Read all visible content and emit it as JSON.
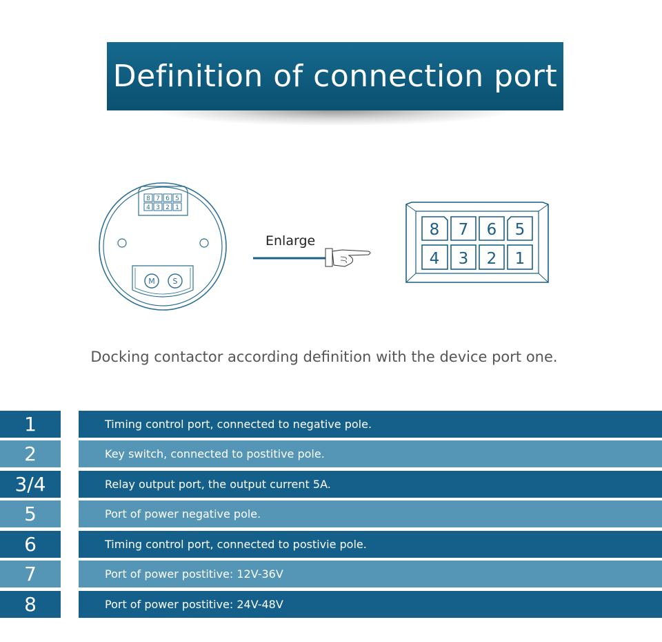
{
  "title": "Definition of connection port",
  "enlarge_label": "Enlarge",
  "caption": "Docking contactor according definition with the device port one.",
  "small_port_top": [
    "8",
    "7",
    "6",
    "5"
  ],
  "small_port_bottom": [
    "4",
    "3",
    "2",
    "1"
  ],
  "device_buttons": [
    "M",
    "S"
  ],
  "big_port_top": [
    "8",
    "7",
    "6",
    "5"
  ],
  "big_port_bottom": [
    "4",
    "3",
    "2",
    "1"
  ],
  "rows": [
    {
      "num": "1",
      "desc": "Timing control port, connected to negative pole."
    },
    {
      "num": "2",
      "desc": "Key switch, connected to postitive pole."
    },
    {
      "num": "3/4",
      "desc": "Relay output  port, the output current 5A."
    },
    {
      "num": "5",
      "desc": "Port of power negative pole."
    },
    {
      "num": "6",
      "desc": "Timing control port, connected to postivie pole."
    },
    {
      "num": "7",
      "desc": "Port of power postitive: 12V-36V"
    },
    {
      "num": "8",
      "desc": "Port of power postitive: 24V-48V"
    }
  ],
  "colors": {
    "dark_row": "#15608a",
    "light_row": "#5595b5",
    "banner": "#0e5a7c",
    "line": "#1b5f86"
  }
}
